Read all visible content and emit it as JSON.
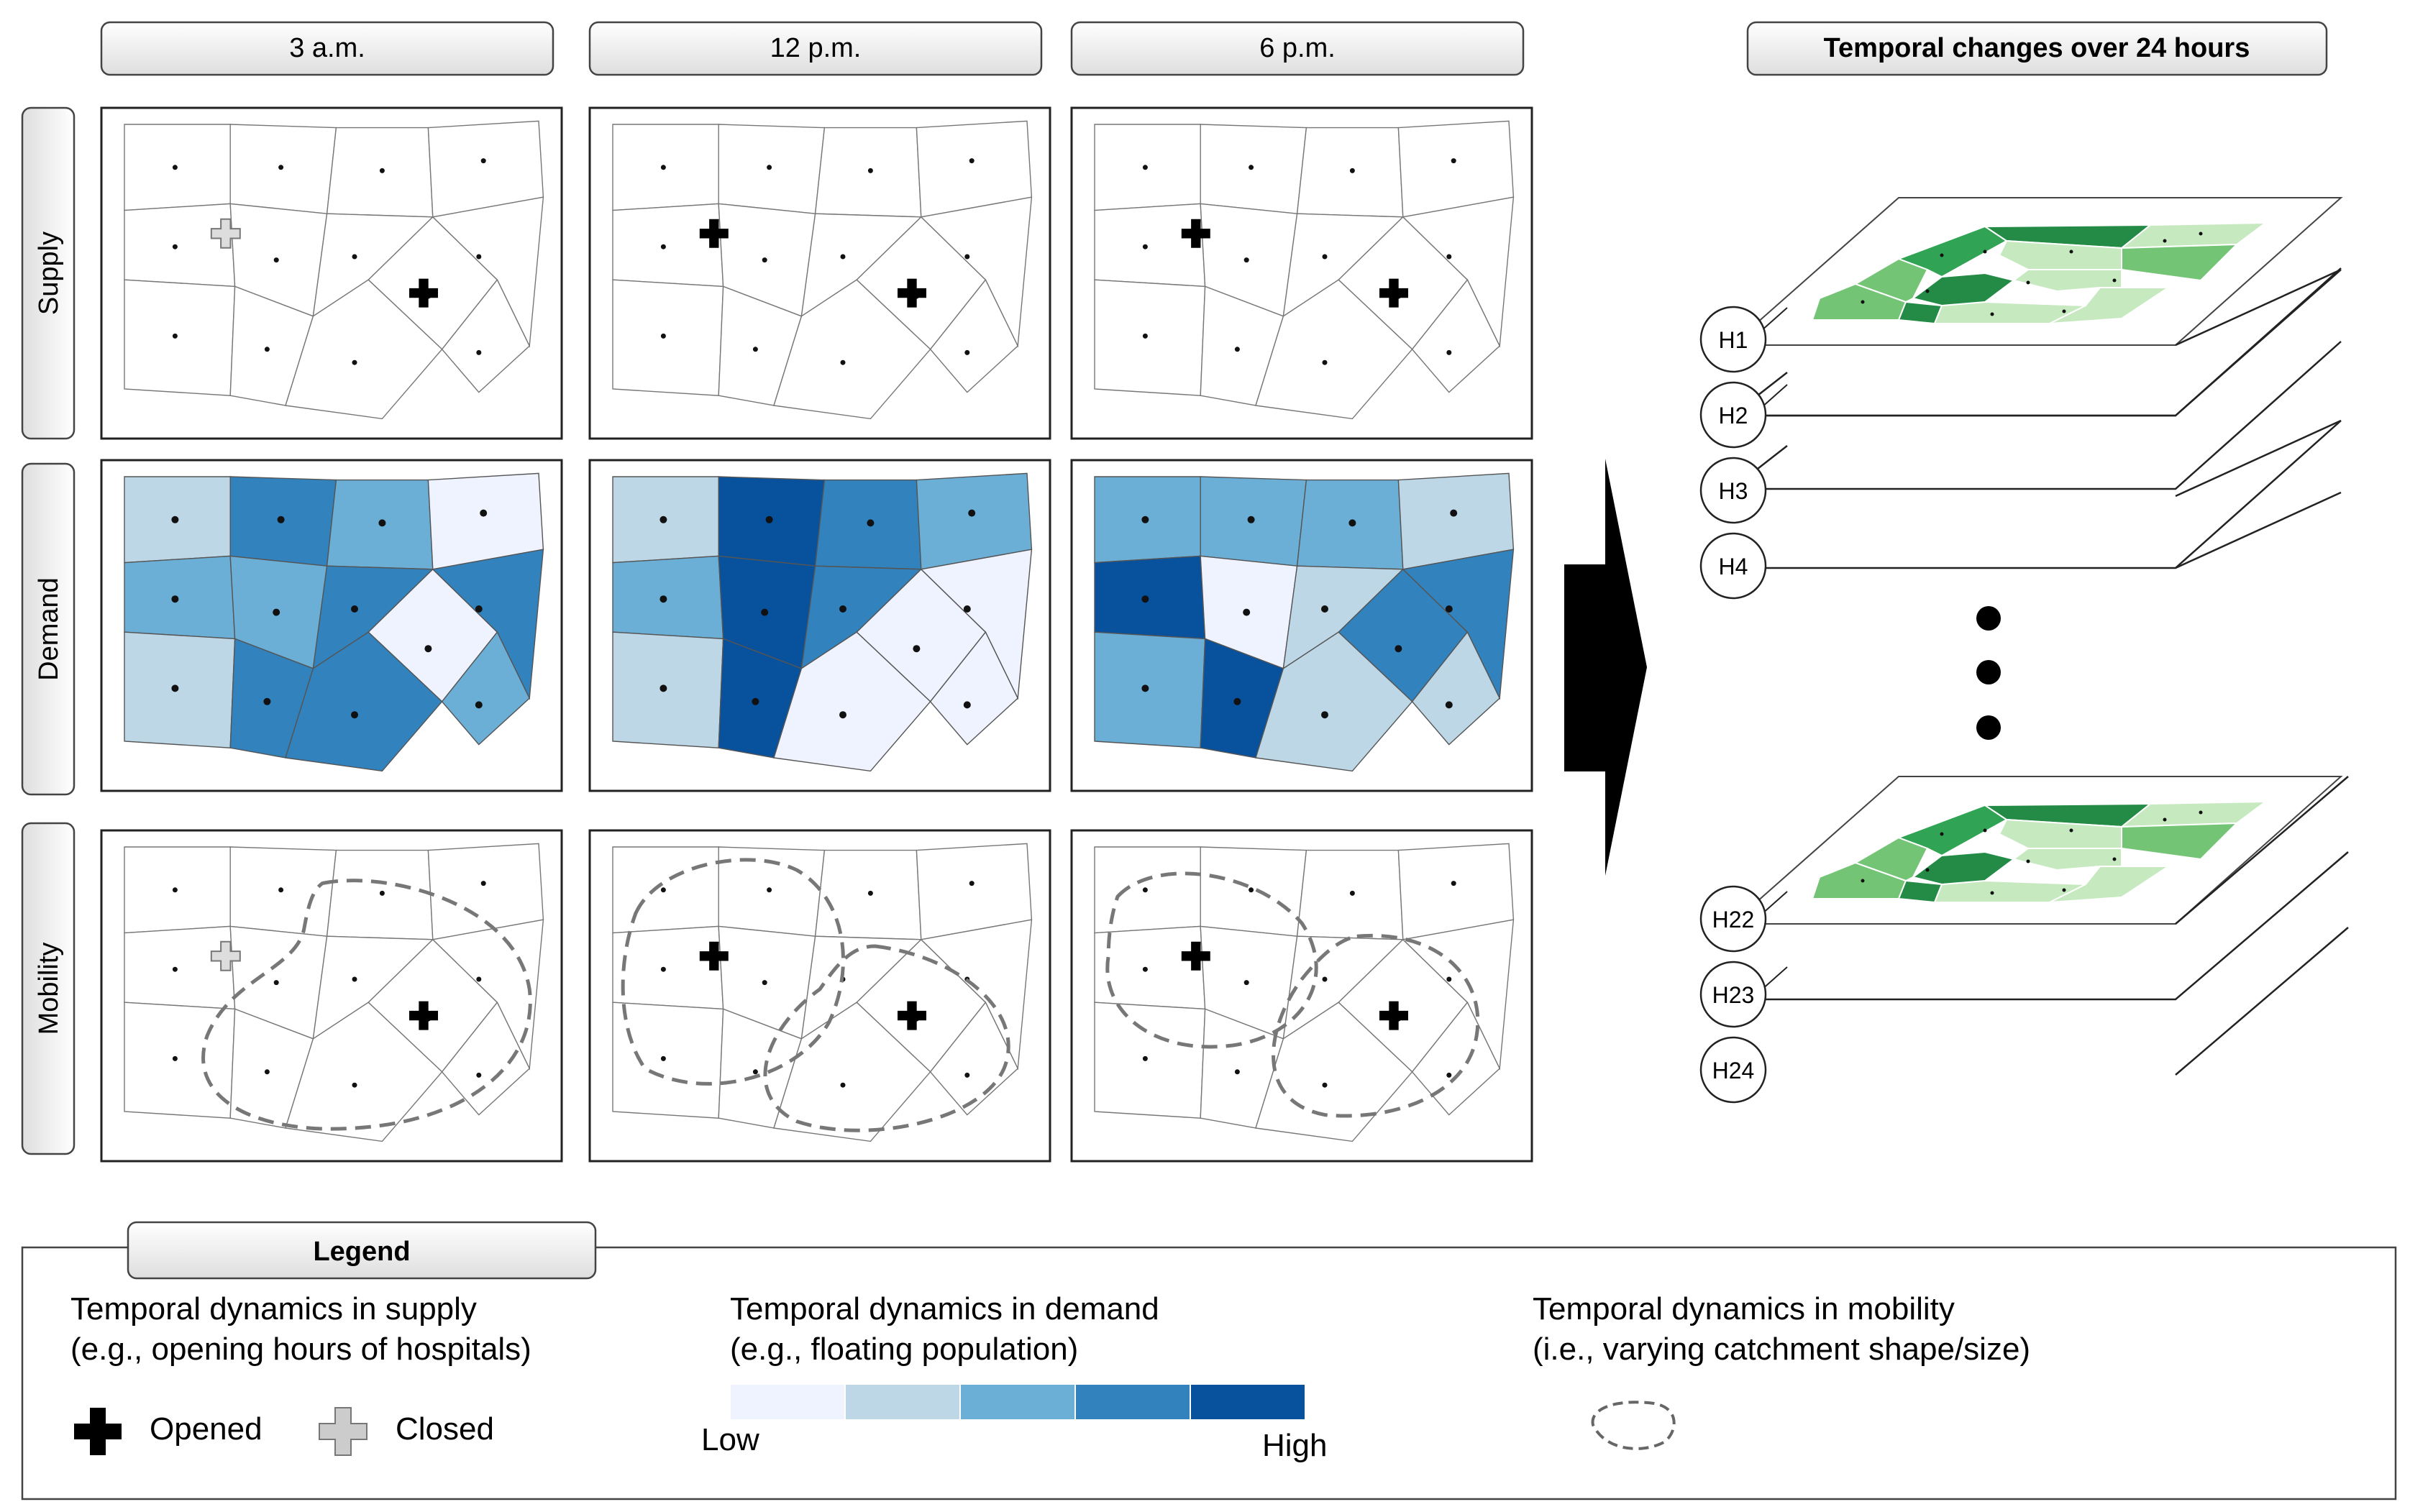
{
  "columns": [
    "3 a.m.",
    "12 p.m.",
    "6 p.m."
  ],
  "rows": [
    "Supply",
    "Demand",
    "Mobility"
  ],
  "right_title": "Temporal changes over 24 hours",
  "layer_labels_top": [
    "H1",
    "H2",
    "H3",
    "H4"
  ],
  "layer_labels_bottom": [
    "H22",
    "H23",
    "H24"
  ],
  "demand_colors": [
    "#eff3ff",
    "#bdd7e7",
    "#6baed6",
    "#3182bd",
    "#08519c"
  ],
  "green_colors": [
    "#c7e9c0",
    "#74c476",
    "#31a354",
    "#238b45"
  ],
  "legend": {
    "title": "Legend",
    "supply_title": "Temporal dynamics in supply",
    "supply_sub": "(e.g., opening hours of hospitals)",
    "opened": "Opened",
    "closed": "Closed",
    "demand_title": "Temporal dynamics in demand",
    "demand_sub": "(e.g., floating population)",
    "low": "Low",
    "high": "High",
    "mobility_title": "Temporal dynamics in mobility",
    "mobility_sub": "(i.e., varying catchment shape/size)"
  },
  "demand_levels": [
    [
      1,
      3,
      2,
      0,
      2,
      2,
      3,
      0,
      3,
      1,
      3,
      3,
      2
    ],
    [
      1,
      4,
      3,
      2,
      2,
      4,
      3,
      0,
      0,
      1,
      4,
      0,
      0
    ],
    [
      2,
      2,
      2,
      1,
      4,
      0,
      1,
      3,
      3,
      2,
      4,
      1,
      1
    ]
  ],
  "supply_state": [
    {
      "h1": "closed",
      "h2": "open"
    },
    {
      "h1": "open",
      "h2": "open"
    },
    {
      "h1": "open",
      "h2": "open"
    }
  ]
}
